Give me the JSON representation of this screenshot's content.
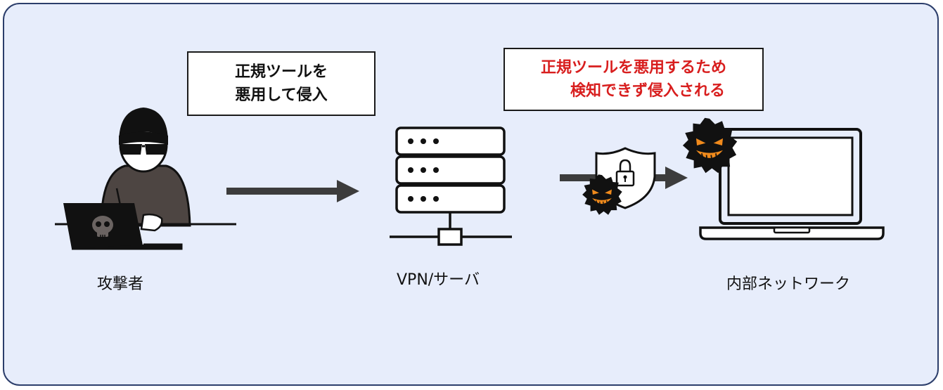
{
  "callouts": {
    "abuse": {
      "line1": "正規ツールを",
      "line2": "悪用して侵入"
    },
    "undetected": {
      "line1": "正規ツールを悪用するため",
      "line2": "検知できず侵入される"
    }
  },
  "nodes": {
    "attacker": "攻撃者",
    "vpn_server": "VPN/サーバ",
    "internal_network": "内部ネットワーク"
  },
  "colors": {
    "frame_border": "#2c3e6b",
    "frame_fill": "#e7edfb",
    "warning_text": "#d81e1e",
    "arrow": "#3c3c3c",
    "malware": "#111111",
    "malware_face": "#f08a1c",
    "hacker_body": "#4d4542"
  },
  "icons": [
    "hacker-icon",
    "skull-icon",
    "server-icon",
    "shield-lock-icon",
    "malware-icon",
    "laptop-icon",
    "arrow-right-icon"
  ]
}
